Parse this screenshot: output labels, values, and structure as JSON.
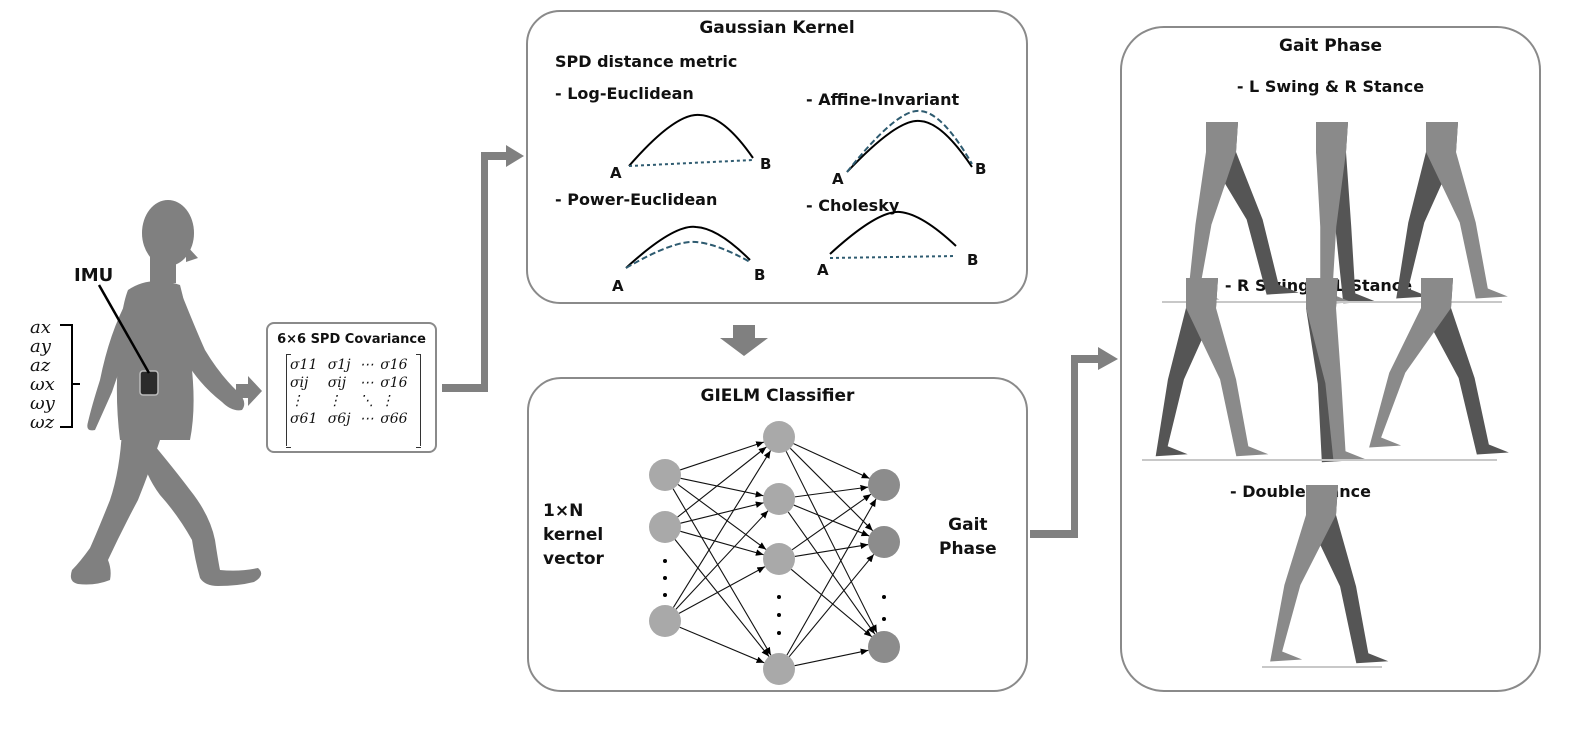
{
  "input": {
    "sensor_label": "IMU",
    "signals": [
      "ax",
      "ay",
      "az",
      "ωx",
      "ωy",
      "ωz"
    ]
  },
  "covariance": {
    "title": "6×6 SPD Covariance",
    "matrix": [
      [
        "σ11",
        "σ1j",
        "⋯",
        "σ16"
      ],
      [
        "σij",
        "σij",
        "⋯",
        "σ16"
      ],
      [
        "⋮",
        "⋮",
        "⋱",
        "⋮"
      ],
      [
        "σ61",
        "σ6j",
        "⋯",
        "σ66"
      ]
    ]
  },
  "kernel": {
    "title": "Gaussian Kernel",
    "subtitle": "SPD distance metric",
    "metrics": [
      {
        "name": "- Log-Euclidean",
        "point_a": "A",
        "point_b": "B"
      },
      {
        "name": "- Affine-Invariant",
        "point_a": "A",
        "point_b": "B"
      },
      {
        "name": "- Power-Euclidean",
        "point_a": "A",
        "point_b": "B"
      },
      {
        "name": "- Cholesky",
        "point_a": "A",
        "point_b": "B"
      }
    ]
  },
  "classifier": {
    "title": "GIELM Classifier",
    "input_label": [
      "1×N",
      "kernel",
      "vector"
    ],
    "output_label": [
      "Gait",
      "Phase"
    ]
  },
  "gait": {
    "title": "Gait Phase",
    "phases": [
      "- L Swing & R Stance",
      "- R Swing & L Stance",
      "- Double stance"
    ]
  },
  "colors": {
    "border": "#8a8a8a",
    "arrow": "#808080",
    "body": "#808080",
    "node": "#a9a9a9",
    "node_out": "#8c8c8c",
    "leg_front": "#8a8a8a",
    "leg_back": "#555555",
    "dashed": "#2e5b70"
  }
}
